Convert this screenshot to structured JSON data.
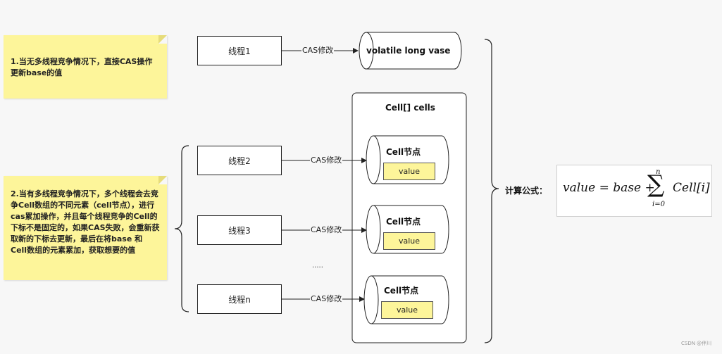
{
  "notes": {
    "single": "1.当无多线程竞争情况下，直接CAS操作更新base的值",
    "multi": "2.当有多线程竞争情况下，多个线程会去竞争Cell数组的不同元素（cell节点），进行cas累加操作，并且每个线程竞争的Cell的下标不是固定的，如果CAS失败，会重新获取新的下标去更新，最后在将base 和 Cell数组的元素累加，获取想要的值"
  },
  "threads": [
    "线程1",
    "线程2",
    "线程3",
    "线程n"
  ],
  "cas_label": "CAS修改",
  "base_storage": "volatile long vase",
  "cells_container": "Cell[] cells",
  "cell_node_title": "Cell节点",
  "cell_value": "value",
  "ellipsis": ".....",
  "formula": {
    "label": "计算公式：",
    "lhs": "value = base +",
    "sum_upper": "n",
    "sum_lower": "i=0",
    "term": "Cell[i]"
  },
  "watermark": "CSDN @伴川",
  "colors": {
    "note_bg": "#fdf59a",
    "value_bg": "#fdf59a",
    "stroke": "#222222"
  }
}
